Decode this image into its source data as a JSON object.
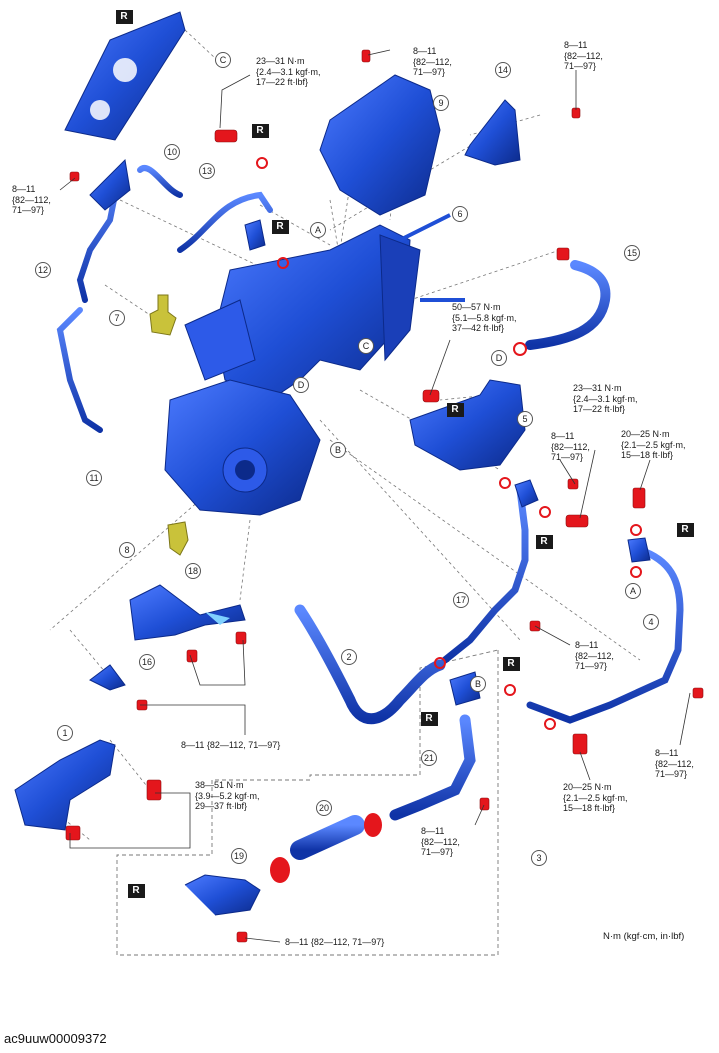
{
  "parts": [
    "1",
    "2",
    "3",
    "4",
    "5",
    "6",
    "7",
    "8",
    "9",
    "10",
    "11",
    "12",
    "13",
    "14",
    "15",
    "16",
    "17",
    "18",
    "19",
    "20",
    "21"
  ],
  "connectors": [
    "A",
    "B",
    "C",
    "D"
  ],
  "reuse_marker": "R",
  "torque": {
    "t_top_center": "8—11\n{82—112,\n71—97}",
    "t_top_right": "8—11\n{82—112,\n71—97}",
    "t_left_upper": "8—11\n{82—112,\n71—97}",
    "t_23_31_a": "23—31 N·m\n{2.4—3.1 kgf·m,\n17—22 ft·lbf}",
    "t_50_57": "50—57 N·m\n{5.1—5.8 kgf·m,\n37—42 ft·lbf}",
    "t_23_31_b": "23—31 N·m\n{2.4—3.1 kgf·m,\n17—22 ft·lbf}",
    "t_right_mid": "8—11\n{82—112,\n71—97}",
    "t_20_25_a": "20—25 N·m\n{2.1—2.5 kgf·m,\n15—18 ft·lbf}",
    "t_17": "8—11\n{82—112,\n71—97}",
    "t_18_group": "8—11 {82—112, 71—97}",
    "t_right_low": "8—11\n{82—112,\n71—97}",
    "t_20_25_b": "20—25 N·m\n{2.1—2.5 kgf·m,\n15—18 ft·lbf}",
    "t_38_51": "38—51 N·m\n{3.9—5.2 kgf·m,\n29—37 ft·lbf}",
    "t_21": "8—11\n{82—112,\n71—97}",
    "t_19": "8—11 {82—112, 71—97}"
  },
  "units_note": "N·m (kgf·cm, in·lbf)",
  "figure_id": "ac9uuw00009372",
  "colors": {
    "part": "#1f4fd6",
    "part_dark": "#0c2a8a",
    "bolt": "#e4161c",
    "sensor": "#c9c23a"
  }
}
